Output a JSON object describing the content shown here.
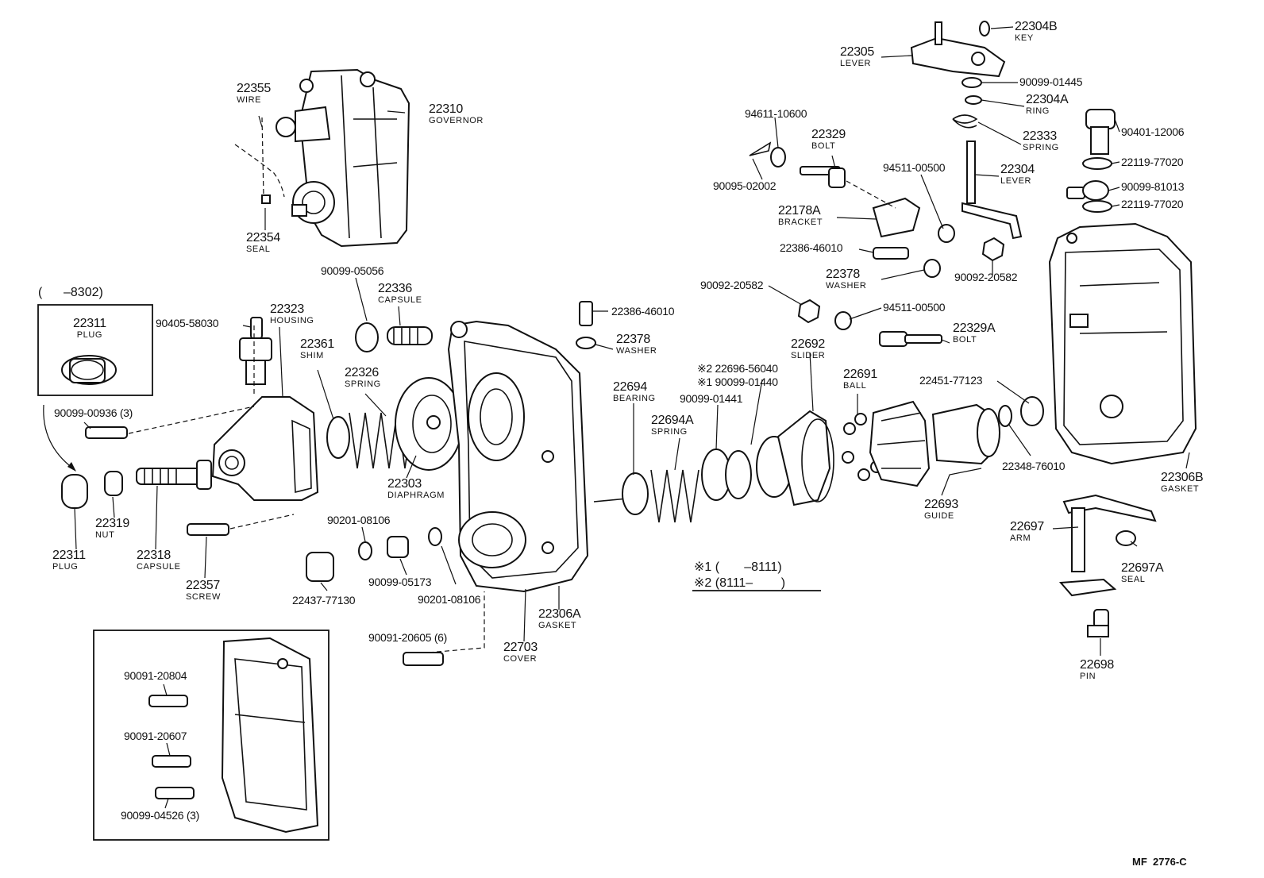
{
  "labels": {
    "p22304B": {
      "num": "22304B",
      "name": "KEY"
    },
    "p22305": {
      "num": "22305",
      "name": "LEVER"
    },
    "p90099_01445": {
      "num": "90099-01445"
    },
    "p22304A": {
      "num": "22304A",
      "name": "RING"
    },
    "p94611_10600": {
      "num": "94611-10600"
    },
    "p22329": {
      "num": "22329",
      "name": "BOLT"
    },
    "p22333": {
      "num": "22333",
      "name": "SPRING"
    },
    "p90401_12006": {
      "num": "90401-12006"
    },
    "p94511_00500a": {
      "num": "94511-00500"
    },
    "p22304": {
      "num": "22304",
      "name": "LEVER"
    },
    "p22119_77020a": {
      "num": "22119-77020"
    },
    "p90095_02002": {
      "num": "90095-02002"
    },
    "p90099_81013": {
      "num": "90099-81013"
    },
    "p22119_77020b": {
      "num": "22119-77020"
    },
    "p22178A": {
      "num": "22178A",
      "name": "BRACKET"
    },
    "p22386_46010a": {
      "num": "22386-46010"
    },
    "p22378a": {
      "num": "22378",
      "name": "WASHER"
    },
    "p90092_20582a": {
      "num": "90092-20582"
    },
    "p90092_20582b": {
      "num": "90092-20582"
    },
    "p94511_00500b": {
      "num": "94511-00500"
    },
    "p22386_46010b": {
      "num": "22386-46010"
    },
    "p22378b": {
      "num": "22378",
      "name": "WASHER"
    },
    "p22329A": {
      "num": "22329A",
      "name": "BOLT"
    },
    "p22692": {
      "num": "22692",
      "name": "SLIDER"
    },
    "p22696": {
      "num": "※2 22696-56040"
    },
    "p90099_01440": {
      "num": "※1 90099-01440"
    },
    "p22694": {
      "num": "22694",
      "name": "BEARING"
    },
    "p90099_01441": {
      "num": "90099-01441"
    },
    "p22691": {
      "num": "22691",
      "name": "BALL"
    },
    "p22451": {
      "num": "22451-77123"
    },
    "p22694A": {
      "num": "22694A",
      "name": "SPRING"
    },
    "p22348": {
      "num": "22348-76010"
    },
    "p22306B": {
      "num": "22306B",
      "name": "GASKET"
    },
    "p22693": {
      "num": "22693",
      "name": "GUIDE"
    },
    "p22697": {
      "num": "22697",
      "name": "ARM"
    },
    "p22697A": {
      "num": "22697A",
      "name": "SEAL"
    },
    "p22698": {
      "num": "22698",
      "name": "PIN"
    },
    "p22355": {
      "num": "22355",
      "name": "WIRE"
    },
    "p22310": {
      "num": "22310",
      "name": "GOVERNOR"
    },
    "p22354": {
      "num": "22354",
      "name": "SEAL"
    },
    "p90099_05056": {
      "num": "90099-05056"
    },
    "p22336": {
      "num": "22336",
      "name": "CAPSULE"
    },
    "p22311a": {
      "num": "22311",
      "name": "PLUG"
    },
    "p90405": {
      "num": "90405-58030"
    },
    "p22323": {
      "num": "22323",
      "name": "HOUSING"
    },
    "p22361": {
      "num": "22361",
      "name": "SHIM"
    },
    "p22326": {
      "num": "22326",
      "name": "SPRING"
    },
    "p90099_00936": {
      "num": "90099-00936 (3)"
    },
    "p22303": {
      "num": "22303",
      "name": "DIAPHRAGM"
    },
    "p22319": {
      "num": "22319",
      "name": "NUT"
    },
    "p22311b": {
      "num": "22311",
      "name": "PLUG"
    },
    "p22318": {
      "num": "22318",
      "name": "CAPSULE"
    },
    "p90201_08106a": {
      "num": "90201-08106"
    },
    "p90099_05173": {
      "num": "90099-05173"
    },
    "p90201_08106b": {
      "num": "90201-08106"
    },
    "p22357": {
      "num": "22357",
      "name": "SCREW"
    },
    "p22437": {
      "num": "22437-77130"
    },
    "p22306A": {
      "num": "22306A",
      "name": "GASKET"
    },
    "p90091_20605": {
      "num": "90091-20605 (6)"
    },
    "p22703": {
      "num": "22703",
      "name": "COVER"
    },
    "p90091_20804": {
      "num": "90091-20804"
    },
    "p90091_20607": {
      "num": "90091-20607"
    },
    "p90099_04526": {
      "num": "90099-04526 (3)"
    }
  },
  "inset_title": "(      –8302)",
  "notes": {
    "line1": "※1 (       –8111)",
    "line2": "※2 (8111–        )"
  },
  "figure_code": "MF  2776-C"
}
